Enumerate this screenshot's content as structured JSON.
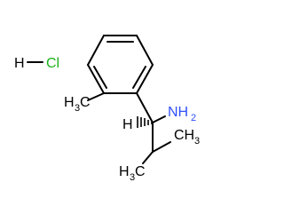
{
  "molecule": {
    "salt": {
      "h": "H",
      "cl": "Cl",
      "h_color": "#000000",
      "cl_color": "#19b219"
    },
    "amine": {
      "text": "NH",
      "sub": "2",
      "color": "#3050f8"
    },
    "methyl_ring": {
      "text": "H",
      "c": "C",
      "sub": "3"
    },
    "methyl_iso_right": {
      "text": "CH",
      "sub": "3"
    },
    "methyl_iso_left": {
      "text": "H",
      "c": "C",
      "sub": "3"
    },
    "stereo_h": "H",
    "bond_color": "#000000"
  }
}
